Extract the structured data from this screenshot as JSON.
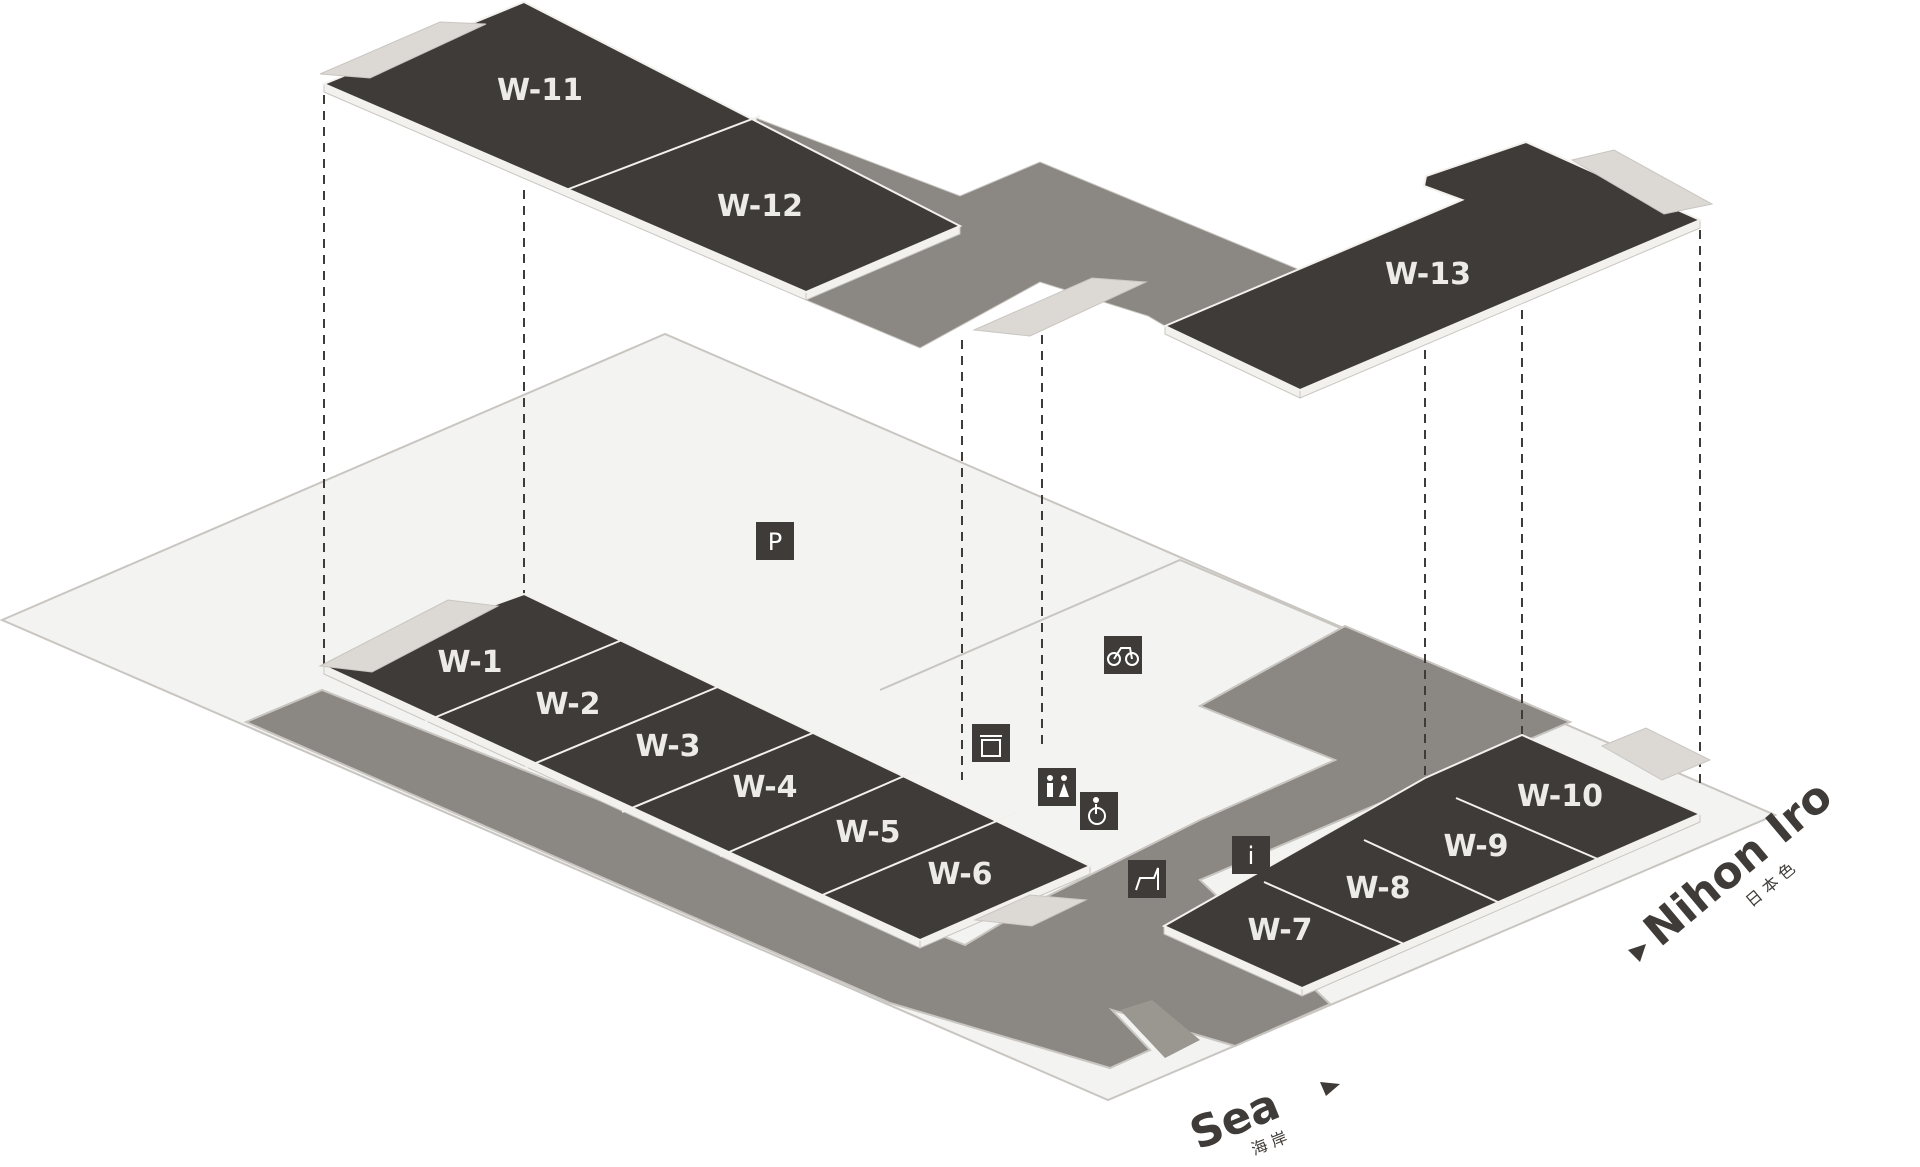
{
  "colors": {
    "ground": "#f3f3f1",
    "plaza": "#8b8782",
    "unit": "#3f3b38",
    "unit_edge": "#f3f1ed",
    "outline": "#c9c6c2",
    "dash": "#3f3b38"
  },
  "units": {
    "w1": "W-1",
    "w2": "W-2",
    "w3": "W-3",
    "w4": "W-4",
    "w5": "W-5",
    "w6": "W-6",
    "w7": "W-7",
    "w8": "W-8",
    "w9": "W-9",
    "w10": "W-10",
    "w11": "W-11",
    "w12": "W-12",
    "w13": "W-13"
  },
  "facilities": {
    "parking": "P",
    "info": "i",
    "icons": [
      "parking-icon",
      "bicycle-icon",
      "trash-icon",
      "restroom-icon",
      "wheelchair-icon",
      "pet-icon",
      "info-icon"
    ]
  },
  "directions": {
    "sea": {
      "label": "Sea",
      "sub": "海 岸"
    },
    "nihon": {
      "label": "Nihon Iro",
      "sub": "日 本 色"
    }
  }
}
